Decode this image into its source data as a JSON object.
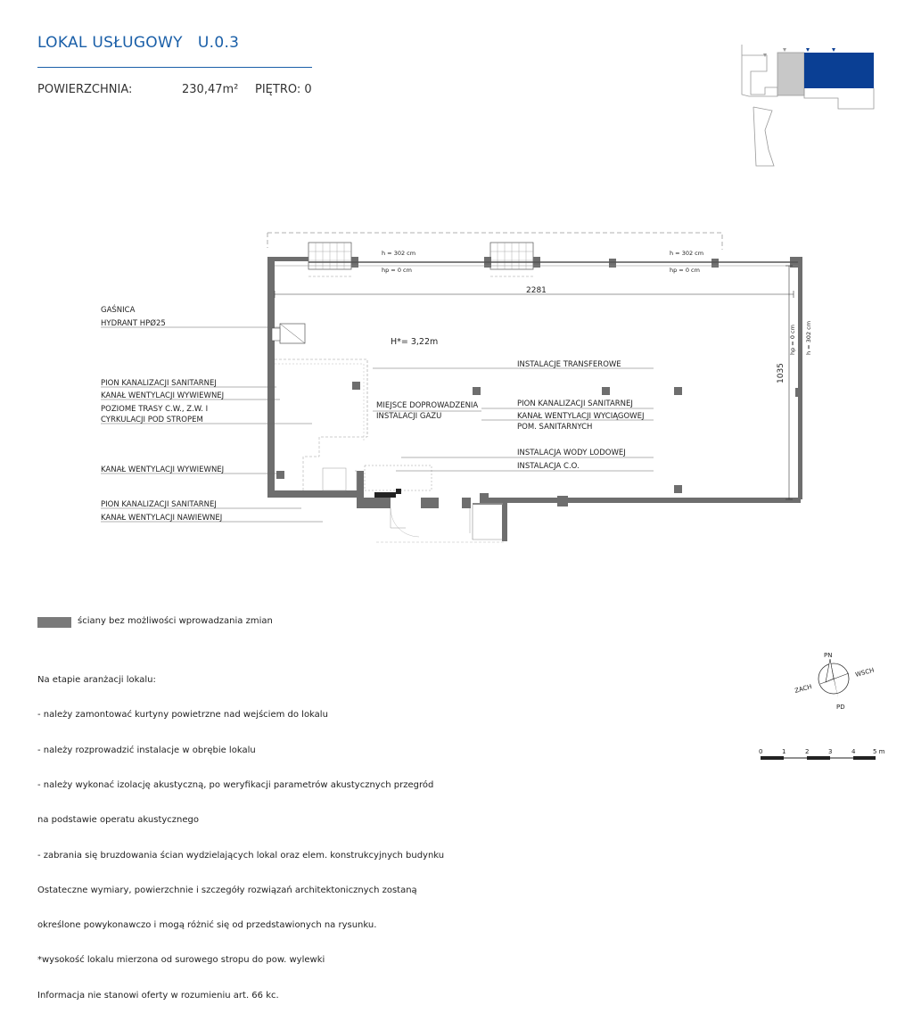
{
  "header": {
    "title": "LOKAL USŁUGOWY   U.0.3",
    "area_label": "POWIERZCHNIA:",
    "area_value": "230,47m²",
    "floor_label": "PIĘTRO: 0"
  },
  "colors": {
    "accent": "#1a5fa8",
    "key_plan_unit": "#0a3f94",
    "fixed_walls": "#7a7a7a"
  },
  "plan": {
    "height_note": "H*= 3,22m",
    "dim_width": "2281",
    "dim_depth": "1035",
    "h_top_left": "h = 302 cm",
    "hp_top_left": "hp = 0 cm",
    "h_top_right": "h = 302 cm",
    "hp_top_right": "hp = 0 cm",
    "hp_side": "hp = 0 cm",
    "h_side": "h = 302 cm",
    "labels_left": [
      "GAŚNICA",
      "HYDRANT  HPØ25",
      "PION KANALIZACJI SANITARNEJ",
      "KANAŁ WENTYLACJI WYWIEWNEJ",
      "POZIOME TRASY C.W., Z.W. I",
      "CYRKULACJI POD STROPEM",
      "KANAŁ WENTYLACJI WYWIEWNEJ",
      "PION KANALIZACJI SANITARNEJ",
      "KANAŁ WENTYLACJI NAWIEWNEJ"
    ],
    "labels_mid": [
      "MIEJSCE DOPROWADZENIA",
      "INSTALACJI GAZU"
    ],
    "labels_right": [
      "INSTALACJE TRANSFEROWE",
      "PION KANALIZACJI SANITARNEJ",
      "KANAŁ WENTYLACJI WYCIĄGOWEJ",
      "POM. SANITARNYCH",
      "INSTALACJA WODY LODOWEJ",
      "INSTALACJA C.O."
    ]
  },
  "legend": {
    "text": "ściany bez możliwości wprowadzania zmian"
  },
  "notes": [
    "Na etapie aranżacji lokalu:",
    "- należy zamontować kurtyny powietrzne nad wejściem do lokalu",
    "- należy rozprowadzić instalacje w obrębie lokalu",
    "- należy wykonać izolację akustyczną, po weryfikacji parametrów akustycznych przegród",
    "na podstawie operatu akustycznego",
    "- zabrania się bruzdowania ścian wydzielających lokal oraz elem. konstrukcyjnych budynku",
    "Ostateczne wymiary, powierzchnie i szczegóły rozwiązań architektonicznych zostaną",
    "określone powykonawczo i mogą różnić się od przedstawionych na rysunku.",
    "*wysokość lokalu mierzona od surowego stropu do pow. wylewki",
    "Informacja nie stanowi oferty w rozumieniu art. 66 kc."
  ],
  "compass": {
    "north": "PN",
    "east": "WSCH",
    "south": "PD",
    "west": "ZACH"
  },
  "scale": {
    "ticks": [
      "0",
      "1",
      "2",
      "3",
      "4",
      "5 m"
    ]
  }
}
